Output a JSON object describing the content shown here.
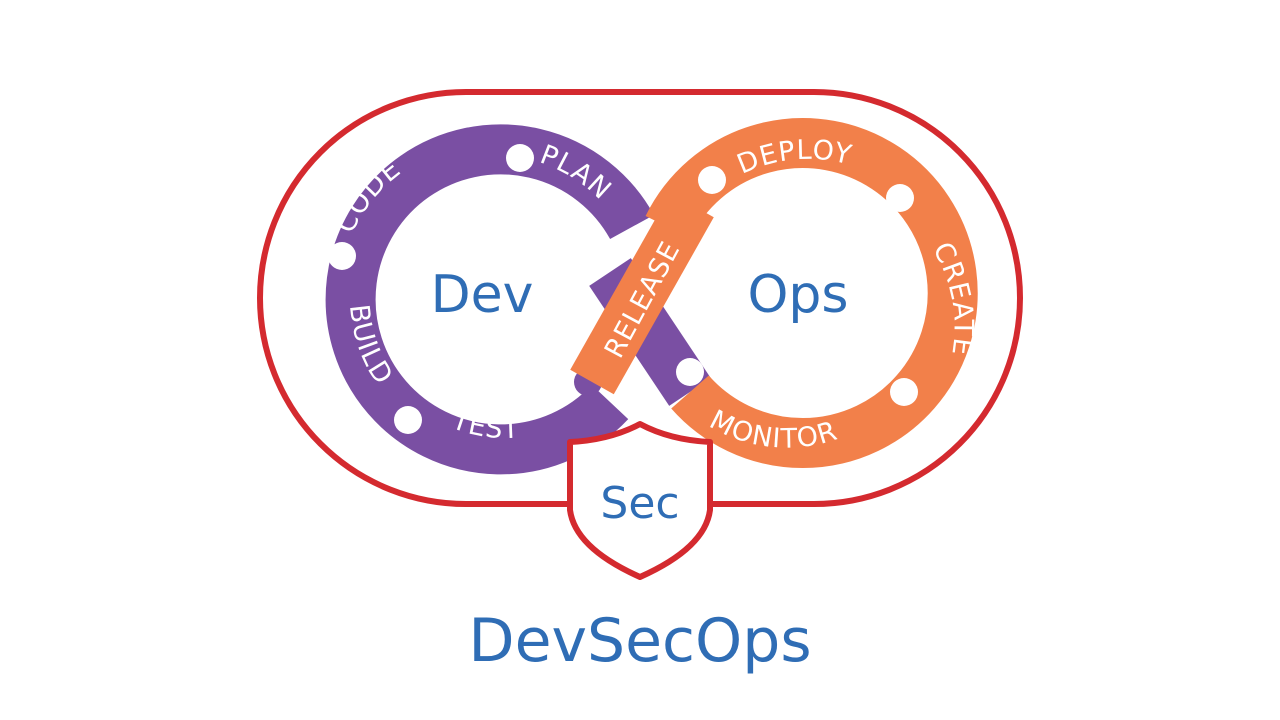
{
  "diagram": {
    "dev_label": "Dev",
    "ops_label": "Ops",
    "sec_label": "Sec",
    "title": "DevSecOps",
    "dev_stages": [
      "CODE",
      "PLAN",
      "BUILD",
      "TEST"
    ],
    "release_label": "RELEASE",
    "ops_stages": [
      "DEPLOY",
      "CREATE",
      "MONITOR"
    ]
  },
  "colors": {
    "dev_loop": "#7a4fa3",
    "ops_loop": "#f2804a",
    "outline": "#d42a2f",
    "text_blue": "#2f6db5",
    "segment_text": "#ffffff"
  },
  "icons": {
    "shield": "shield-icon"
  }
}
